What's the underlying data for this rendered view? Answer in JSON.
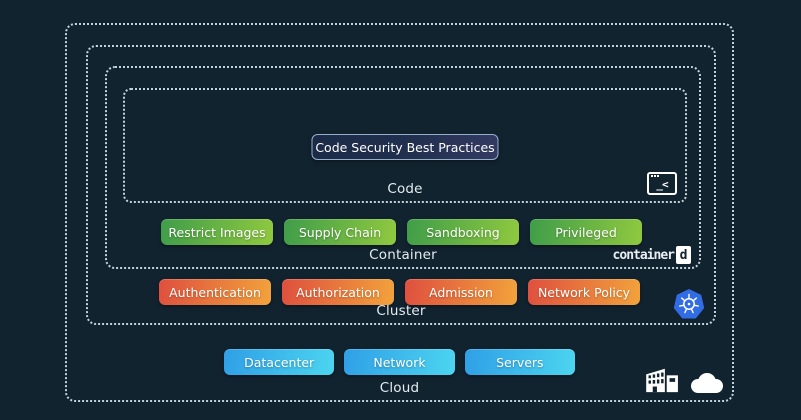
{
  "layers": {
    "code": {
      "label": "Code",
      "button": "Code Security Best Practices",
      "terminal_glyph": "_<"
    },
    "container": {
      "label": "Container",
      "items": [
        "Restrict Images",
        "Supply Chain",
        "Sandboxing",
        "Privileged"
      ],
      "logo_text": "container",
      "logo_d": "d"
    },
    "cluster": {
      "label": "Cluster",
      "items": [
        "Authentication",
        "Authorization",
        "Admission",
        "Network Policy"
      ]
    },
    "cloud": {
      "label": "Cloud",
      "items": [
        "Datacenter",
        "Network",
        "Servers"
      ]
    }
  },
  "icons": {
    "code": "terminal-icon",
    "container": "containerd-logo",
    "cluster": "kubernetes-icon",
    "cloud": [
      "datacenter-building-icon",
      "cloud-icon"
    ]
  },
  "colors": {
    "background": "#122330",
    "dashed_border": "#c2d1da",
    "green_gradient": [
      "#3f9d49",
      "#90c93f"
    ],
    "orange_gradient": [
      "#df4f3e",
      "#f2a33c"
    ],
    "blue_gradient": [
      "#2f9fe6",
      "#4cd5f0"
    ],
    "code_button_border": "#93afc9",
    "kubernetes_blue": "#326ce5"
  }
}
